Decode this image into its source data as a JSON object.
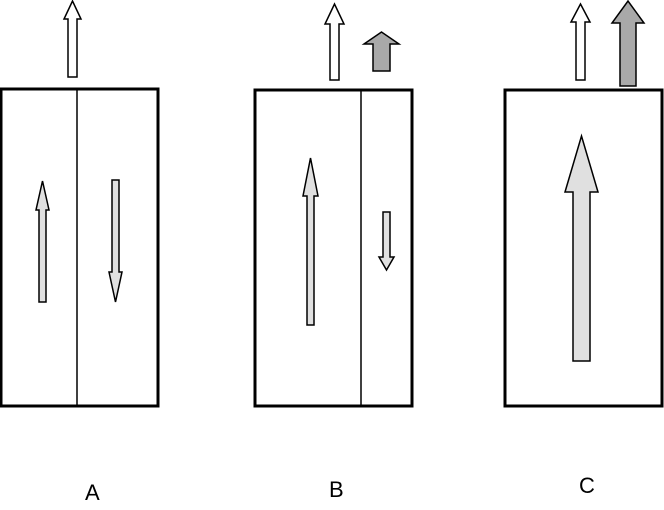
{
  "panels": [
    {
      "label": "A"
    },
    {
      "label": "B"
    },
    {
      "label": "C"
    }
  ],
  "colors": {
    "stroke": "#000000",
    "background": "#ffffff",
    "light_fill": "#e0e0e0",
    "dark_fill": "#a9a9a9"
  }
}
